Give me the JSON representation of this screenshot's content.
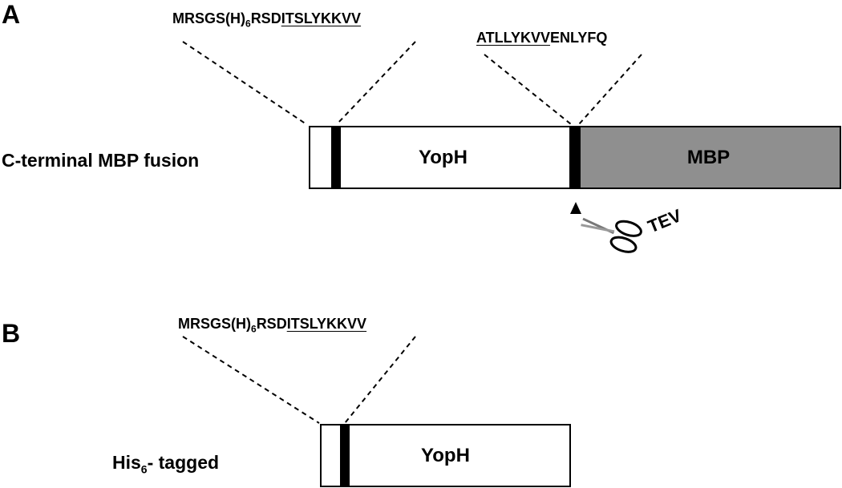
{
  "panel_a": {
    "label": "A",
    "row_label": "C-terminal MBP fusion",
    "seq_left_plain": "MRSGS(H)",
    "seq_left_sub": "6",
    "seq_left_plain2": "RSD",
    "seq_left_underlined": "ITSLYKKVV",
    "seq_right_underlined": "ATLLYKVV",
    "seq_right_plain": "ENLYFQ",
    "box_yoph": "YopH",
    "box_mbp": "MBP",
    "protease": "TEV",
    "mbp_color": "#8f8f8f"
  },
  "panel_b": {
    "label": "B",
    "row_label_main": "His",
    "row_label_sub": "6",
    "row_label_rest": "- tagged",
    "seq_plain": "MRSGS(H)",
    "seq_sub": "6",
    "seq_plain2": "RSD",
    "seq_underlined": "ITSLYKKVV",
    "box_yoph": "YopH"
  }
}
